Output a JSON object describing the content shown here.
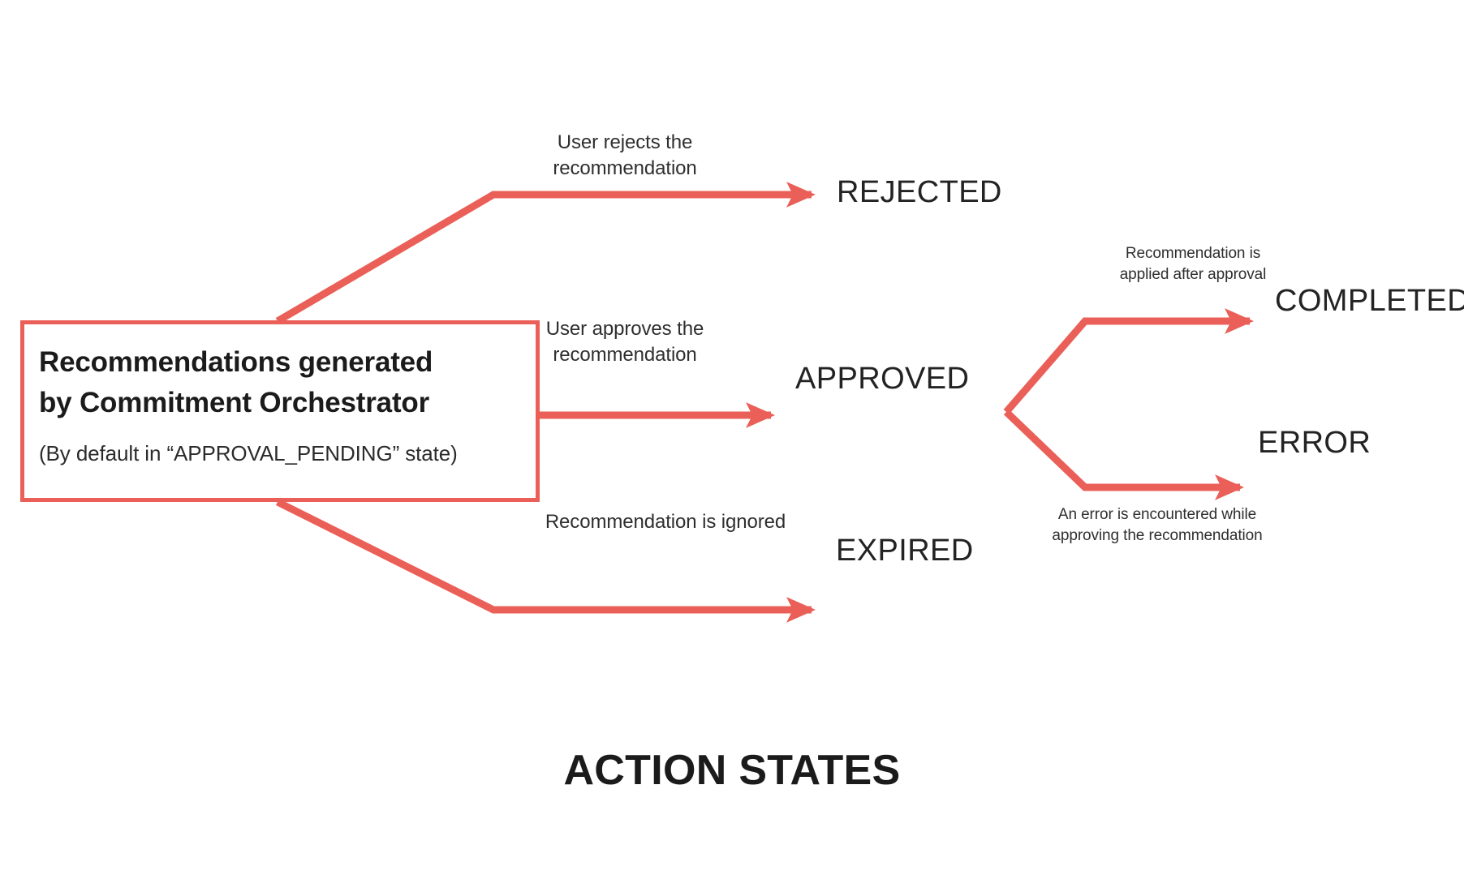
{
  "diagram": {
    "caption": "ACTION STATES",
    "accent_color": "#ea6058",
    "text_color": "#232323",
    "background": "#ffffff",
    "source_node": {
      "title": "Recommendations generated\nby Commitment Orchestrator",
      "subtitle": "(By default in “APPROVAL_PENDING” state)"
    },
    "states": {
      "rejected": "REJECTED",
      "approved": "APPROVED",
      "expired": "EXPIRED",
      "completed": "COMPLETED",
      "error": "ERROR"
    },
    "transitions": [
      {
        "from": "Recommendations generated by Commitment Orchestrator",
        "to": "REJECTED",
        "label": "User rejects the\nrecommendation"
      },
      {
        "from": "Recommendations generated by Commitment Orchestrator",
        "to": "APPROVED",
        "label": "User approves the\nrecommendation"
      },
      {
        "from": "Recommendations generated by Commitment Orchestrator",
        "to": "EXPIRED",
        "label": "Recommendation is ignored"
      },
      {
        "from": "APPROVED",
        "to": "COMPLETED",
        "label": "Recommendation is\napplied after approval"
      },
      {
        "from": "APPROVED",
        "to": "ERROR",
        "label": "An error is encountered while\napproving the recommendation"
      }
    ],
    "edge_labels": {
      "reject": "User rejects the\nrecommendation",
      "approve": "User approves the\nrecommendation",
      "expire": "Recommendation is ignored",
      "complete": "Recommendation is\napplied after approval",
      "error": "An error is encountered while\napproving the recommendation"
    }
  }
}
